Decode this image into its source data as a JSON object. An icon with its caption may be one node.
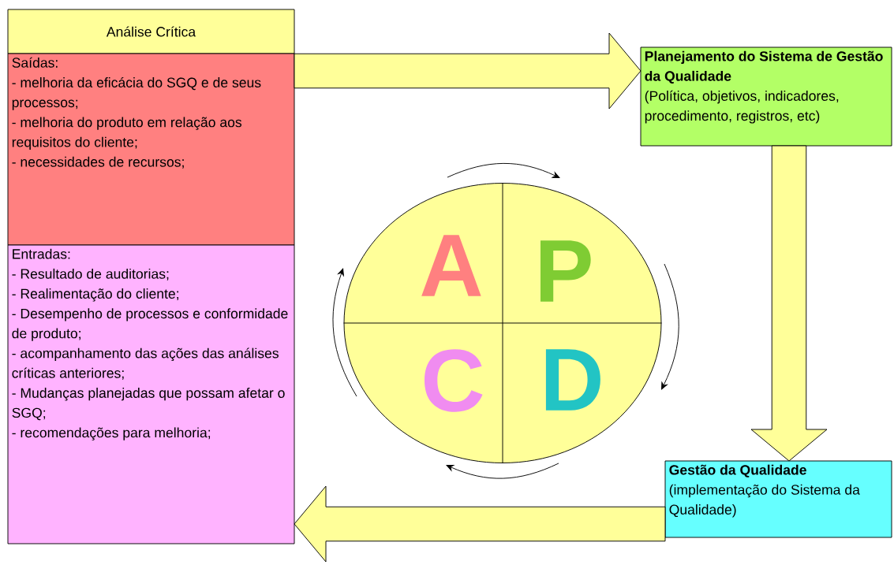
{
  "diagram": {
    "nodes": [
      {
        "text": [
          "Análise Crítica"
        ]
      },
      {
        "text": [
          "Saídas:",
          "- melhoria da eficácia do SGQ e de seus processos;",
          "- melhoria do produto em relação aos requisitos do cliente;",
          "- necessidades de recursos;"
        ]
      },
      {
        "text": [
          "Entradas:",
          "- Resultado de auditorias;",
          "- Realimentação do cliente;",
          "- Desempenho de processos e conformidade de produto;",
          "- acompanhamento das ações das análises críticas anteriores;",
          "- Mudanças planejadas que possam afetar o SGQ;",
          "- recomendações para melhoria;"
        ]
      },
      {
        "text": [
          "Planejamento do Sistema de Gestão da Qualidade",
          "(Política, objetivos, indicadores, procedimento, registros, etc)"
        ]
      },
      {
        "text": [
          "Gestão da Qualidade",
          "(implementação do Sistema da Qualidade)"
        ]
      },
      {
        "text": [],
        "shape": "circle"
      },
      {
        "text": [
          "A"
        ],
        "in": 5
      },
      {
        "text": [
          "P"
        ],
        "in": 5
      },
      {
        "text": [
          "C"
        ],
        "in": 5
      },
      {
        "text": [
          "D"
        ],
        "in": 5
      }
    ],
    "edges": [
      {
        "from": 1,
        "to": 3,
        "arrow": "to"
      },
      {
        "from": 3,
        "to": 4,
        "arrow": "to"
      },
      {
        "from": 4,
        "to": 2,
        "arrow": "to"
      }
    ]
  }
}
